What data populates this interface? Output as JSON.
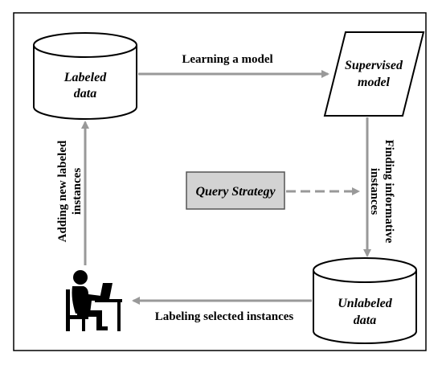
{
  "nodes": {
    "labeled_data": {
      "line1": "Labeled",
      "line2": "data"
    },
    "supervised_model": {
      "line1": "Supervised",
      "line2": "model"
    },
    "unlabeled_data": {
      "line1": "Unlabeled",
      "line2": "data"
    },
    "query_strategy": {
      "label": "Query Strategy"
    }
  },
  "edges": {
    "learning": {
      "label": "Learning a model"
    },
    "finding": {
      "line1": "Finding informative",
      "line2": "instances"
    },
    "labeling": {
      "label": "Labeling selected instances"
    },
    "adding": {
      "line1": "Adding new labeled",
      "line2": "instances"
    }
  },
  "colors": {
    "arrow": "#999999",
    "box_fill": "#d3d3d3",
    "line": "#000000"
  },
  "icons": {
    "person": "person-at-laptop-icon"
  }
}
